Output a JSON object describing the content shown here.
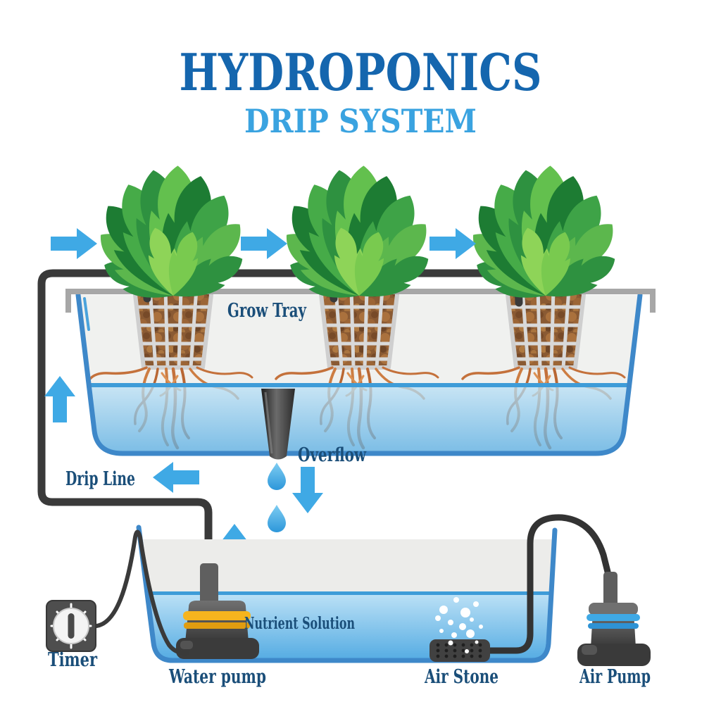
{
  "title": {
    "text": "HYDROPONICS",
    "subtitle": "DRIP SYSTEM"
  },
  "labels": {
    "grow_tray": "Grow Tray",
    "overflow": "Overflow",
    "drip_line": "Drip Line",
    "nutrient_solution": "Nutrient Solution",
    "timer": "Timer",
    "water_pump": "Water pump",
    "air_stone": "Air Stone",
    "air_pump": "Air Pump"
  },
  "colors": {
    "title_blue": "#1566ae",
    "subtitle_blue": "#3aa3e0",
    "label_navy": "#1a4e79",
    "arrow_blue": "#3fa9e5",
    "water_top_line": "#3e9cd8",
    "tank_outline_blue": "#3e88c9",
    "tube_dark": "#3a3a3a",
    "leaf_green_dark": "#1d7c33",
    "leaf_green_mid": "#3ea347",
    "leaf_green_light": "#5cb74d",
    "root_orange": "#c4713b",
    "pump_band_yellow": "#f6b41e",
    "metal_gray": "#4e4e4e"
  }
}
